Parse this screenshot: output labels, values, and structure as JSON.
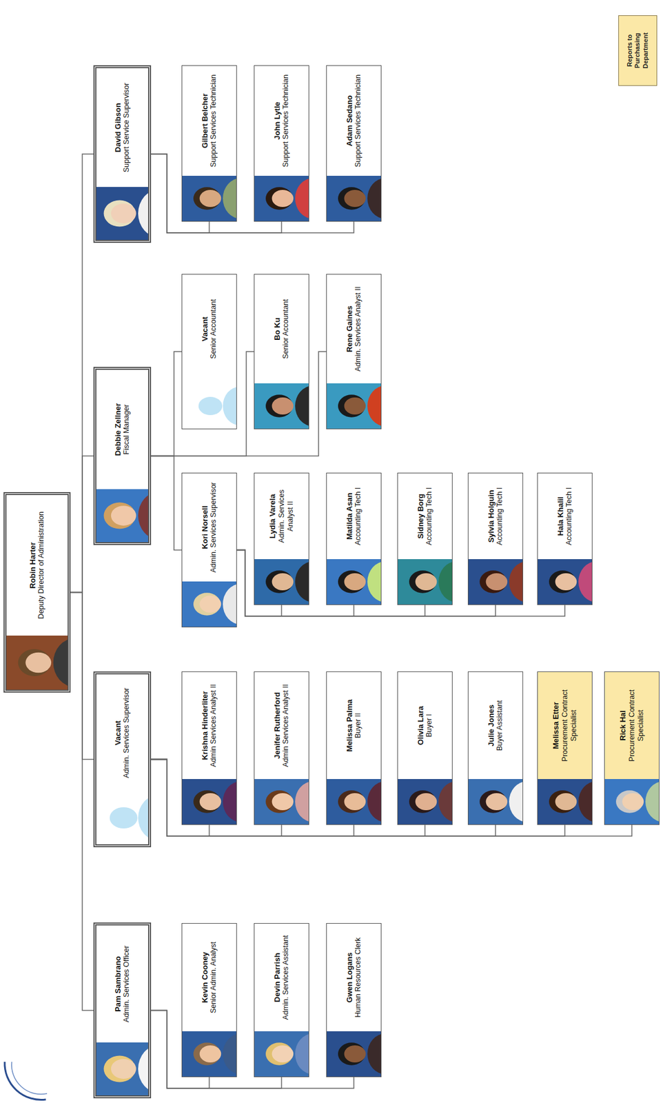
{
  "diagram": {
    "nodes": [
      {
        "text": [
          "Robin Harter",
          "Deputy Director of Administration"
        ]
      },
      {
        "text": [
          "Pam Sambrano",
          "Admin. Services Officer"
        ]
      },
      {
        "text": [
          "Kevin Cooney",
          "Senior Admin. Analyst"
        ]
      },
      {
        "text": [
          "Devin Parrish",
          "Admin. Services Assistant"
        ]
      },
      {
        "text": [
          "Gwen Logans",
          "Human Resources Clerk"
        ]
      },
      {
        "text": [
          "Vacant",
          "Admin. Services Supervisor"
        ]
      },
      {
        "text": [
          "Krishna Hinderliter",
          "Admin Services Analyst II"
        ]
      },
      {
        "text": [
          "Jenifer Rutherford",
          "Admin Services Analyst II"
        ]
      },
      {
        "text": [
          "Melissa Palma",
          "Buyer II"
        ]
      },
      {
        "text": [
          "Olivia Lara",
          "Buyer I"
        ]
      },
      {
        "text": [
          "Julie Jones",
          "Buyer Assistant"
        ]
      },
      {
        "text": [
          "Melissa Etter",
          "Procurement Contract Specialist"
        ]
      },
      {
        "text": [
          "Rick Hal",
          "Procurement Contract Specialist"
        ]
      },
      {
        "text": [
          "Debbie Zellner",
          "Fiscal Manager"
        ]
      },
      {
        "text": [
          "Kori Norsell",
          "Admin. Services Supervisor"
        ]
      },
      {
        "text": [
          "Lydia Varela",
          "Admin. Services Analyst II"
        ]
      },
      {
        "text": [
          "Matilda Asan",
          "Accounting Tech I"
        ]
      },
      {
        "text": [
          "Sidney Borg",
          "Accounting Tech I"
        ]
      },
      {
        "text": [
          "Sylvia Holguin",
          "Accounting Tech I"
        ]
      },
      {
        "text": [
          "Hala Khalil",
          "Accounting Tech I"
        ]
      },
      {
        "text": [
          "Vacant",
          "Senior Accountant"
        ]
      },
      {
        "text": [
          "Bo Ku",
          "Senior Accountant"
        ]
      },
      {
        "text": [
          "Rene Gaines",
          "Admin. Services Analyst II"
        ]
      },
      {
        "text": [
          "David Gibson",
          "Support Service Supervisor"
        ]
      },
      {
        "text": [
          "Gilbert Belcher",
          "Support Services Technician"
        ]
      },
      {
        "text": [
          "John Lytle",
          "Support Services Technician"
        ]
      },
      {
        "text": [
          "Adam Sedano",
          "Support Services Technician"
        ]
      }
    ],
    "edges": [
      {
        "from": 0,
        "to": 1,
        "arrow": "none"
      },
      {
        "from": 0,
        "to": 5,
        "arrow": "none"
      },
      {
        "from": 0,
        "to": 13,
        "arrow": "none"
      },
      {
        "from": 0,
        "to": 23,
        "arrow": "none"
      },
      {
        "from": 1,
        "to": 2,
        "arrow": "none"
      },
      {
        "from": 1,
        "to": 3,
        "arrow": "none"
      },
      {
        "from": 1,
        "to": 4,
        "arrow": "none"
      },
      {
        "from": 5,
        "to": 6,
        "arrow": "none"
      },
      {
        "from": 5,
        "to": 7,
        "arrow": "none"
      },
      {
        "from": 5,
        "to": 8,
        "arrow": "none"
      },
      {
        "from": 5,
        "to": 9,
        "arrow": "none"
      },
      {
        "from": 5,
        "to": 10,
        "arrow": "none"
      },
      {
        "from": 5,
        "to": 11,
        "arrow": "none"
      },
      {
        "from": 5,
        "to": 12,
        "arrow": "none"
      },
      {
        "from": 13,
        "to": 14,
        "arrow": "none"
      },
      {
        "from": 13,
        "to": 20,
        "arrow": "none"
      },
      {
        "from": 13,
        "to": 21,
        "arrow": "none"
      },
      {
        "from": 13,
        "to": 22,
        "arrow": "none"
      },
      {
        "from": 14,
        "to": 15,
        "arrow": "none"
      },
      {
        "from": 14,
        "to": 16,
        "arrow": "none"
      },
      {
        "from": 14,
        "to": 17,
        "arrow": "none"
      },
      {
        "from": 14,
        "to": 18,
        "arrow": "none"
      },
      {
        "from": 14,
        "to": 19,
        "arrow": "none"
      },
      {
        "from": 23,
        "to": 24,
        "arrow": "none"
      },
      {
        "from": 23,
        "to": 25,
        "arrow": "none"
      },
      {
        "from": 23,
        "to": 26,
        "arrow": "none"
      }
    ],
    "legend": [
      {
        "text": "Reports to Purchasing Department",
        "color": "#fbe8a7"
      }
    ]
  }
}
